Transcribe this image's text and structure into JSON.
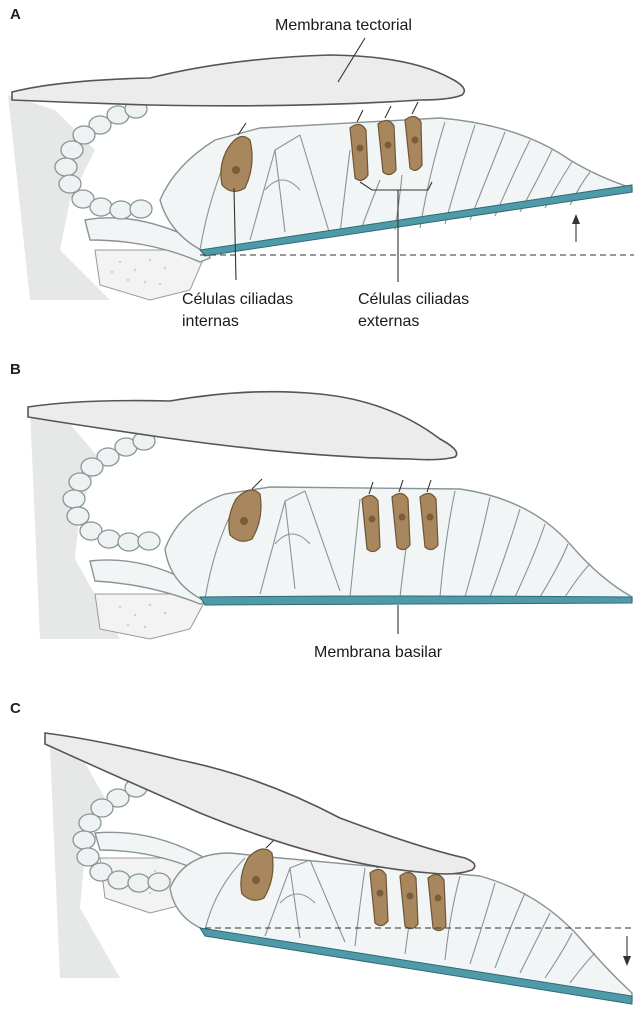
{
  "panels": [
    {
      "letter": "A"
    },
    {
      "letter": "B"
    },
    {
      "letter": "C"
    }
  ],
  "labels": {
    "tectorial": "Membrana tectorial",
    "inner_line1": "Células ciliadas",
    "inner_line2": "internas",
    "outer_line1": "Células ciliadas",
    "outer_line2": "externas",
    "basilar": "Membrana basilar"
  },
  "colors": {
    "hair_cell": "#a8875f",
    "basilar_membrane": "#4f9aa8",
    "tectorial_membrane": "#ececec"
  },
  "icons": {
    "arrow_up": "arrow-up-icon",
    "arrow_down": "arrow-down-icon"
  }
}
